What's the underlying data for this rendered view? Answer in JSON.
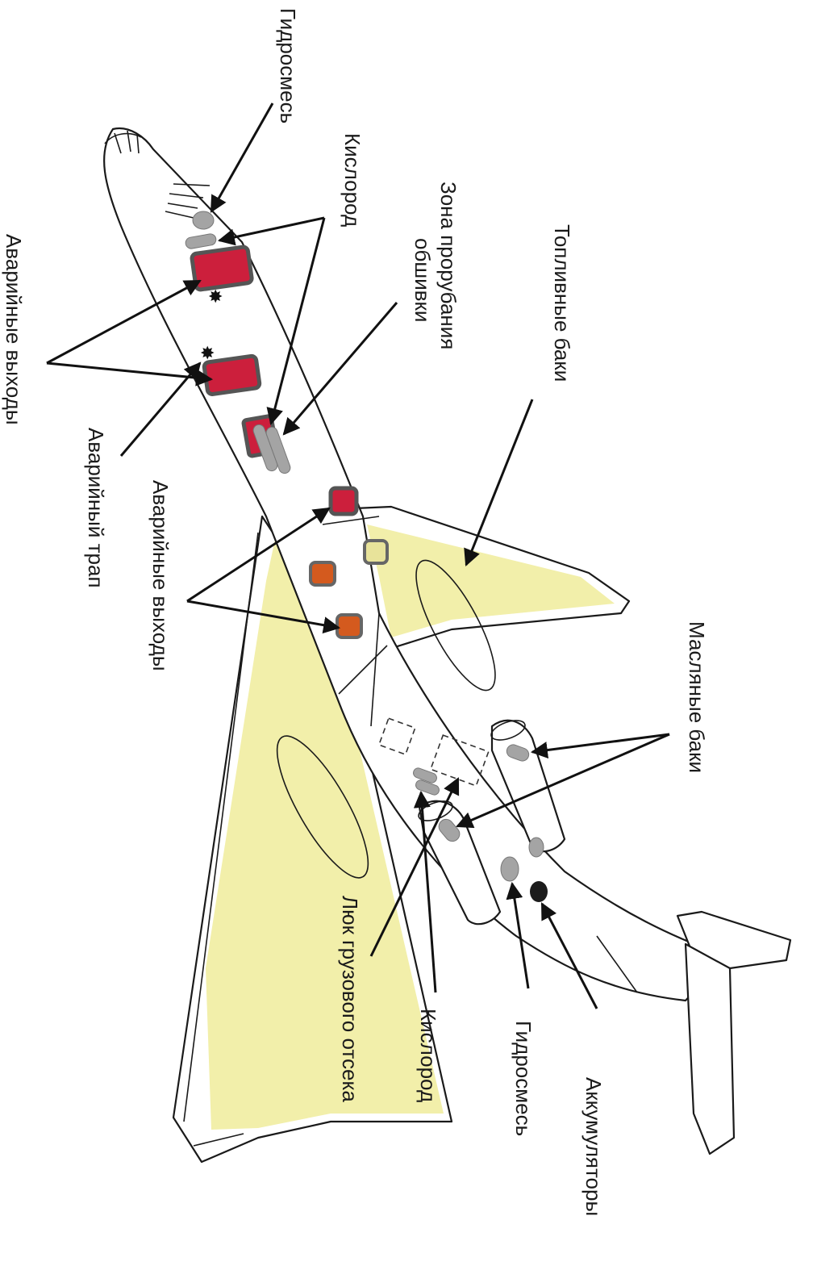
{
  "colors": {
    "fuel_zone": "#f2efaa",
    "emergency_red": "#cc1f3c",
    "component_grey": "#a4a4a4",
    "outline": "#1a1a1a",
    "battery": "#1c1c1c"
  },
  "labels": {
    "hydraulic_mix_front": "Гидросмесь",
    "oxygen_front": "Кислород",
    "cutting_zone_line1": "Зона прорубания",
    "cutting_zone_line2": "обшивки",
    "fuel_tanks": "Топливные баки",
    "emergency_exits_front": "Аварийные выходы",
    "emergency_ladder": "Аварийный трап",
    "emergency_exits_wing": "Аварийные выходы",
    "oil_tanks": "Масляные баки",
    "cargo_hatch": "Люк грузового отсека",
    "oxygen_rear": "Кислород",
    "hydraulic_mix_rear": "Гидросмесь",
    "batteries": "Аккумуляторы"
  }
}
